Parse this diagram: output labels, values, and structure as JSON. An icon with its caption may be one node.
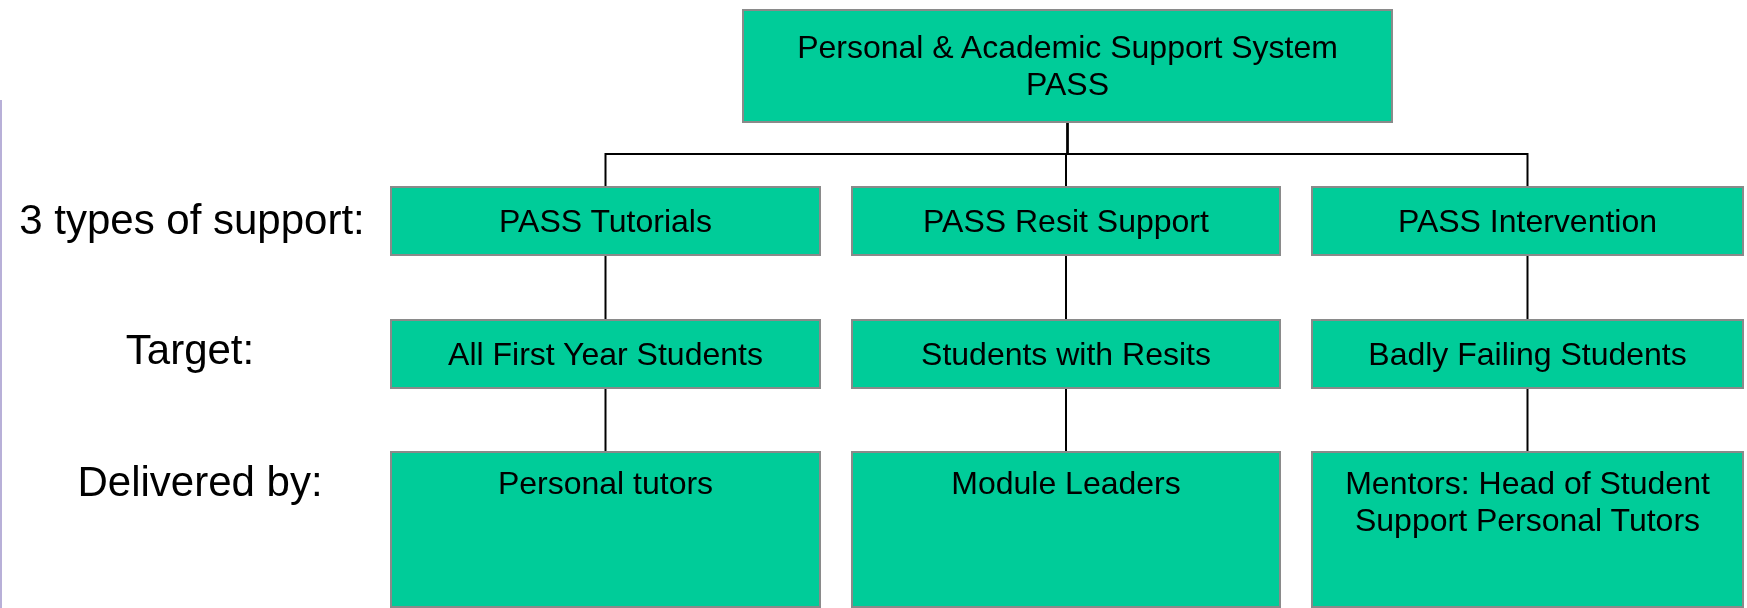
{
  "diagram": {
    "nodes": [
      {
        "text": [
          "Personal & Academic Support System PASS"
        ]
      },
      {
        "text": [
          "PASS Tutorials"
        ]
      },
      {
        "text": [
          "PASS Resit Support"
        ]
      },
      {
        "text": [
          "PASS Intervention"
        ]
      },
      {
        "text": [
          "All First Year Students"
        ]
      },
      {
        "text": [
          "Students with Resits"
        ]
      },
      {
        "text": [
          "Badly Failing Students"
        ]
      },
      {
        "text": [
          "Personal tutors"
        ]
      },
      {
        "text": [
          "Module Leaders"
        ]
      },
      {
        "text": [
          "Mentors: Head of Student Support Personal Tutors"
        ]
      }
    ],
    "edges": [
      {
        "from": 0,
        "to": 1,
        "arrow": "none"
      },
      {
        "from": 0,
        "to": 2,
        "arrow": "none"
      },
      {
        "from": 0,
        "to": 3,
        "arrow": "none"
      },
      {
        "from": 1,
        "to": 4,
        "arrow": "none"
      },
      {
        "from": 2,
        "to": 5,
        "arrow": "none"
      },
      {
        "from": 3,
        "to": 6,
        "arrow": "none"
      },
      {
        "from": 4,
        "to": 7,
        "arrow": "none"
      },
      {
        "from": 5,
        "to": 8,
        "arrow": "none"
      },
      {
        "from": 6,
        "to": 9,
        "arrow": "none"
      }
    ],
    "labels": [
      "3 types of support:",
      "Target:",
      "Delivered by:"
    ]
  }
}
